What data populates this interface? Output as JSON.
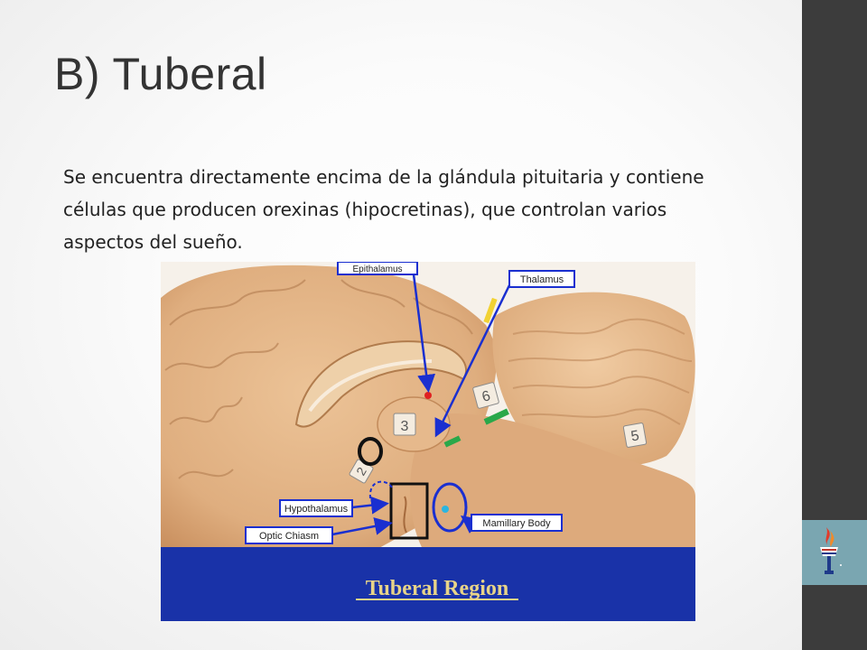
{
  "slide": {
    "title": "B) Tuberal",
    "body": "Se encuentra directamente encima de la glándula pituitaria y contiene células que producen orexinas (hipocretinas), que controlan varios aspectos del sueño."
  },
  "figure": {
    "labels": {
      "epithalamus": "Epithalamus",
      "thalamus": "Thalamus",
      "hypothalamus": "Hypothalamus",
      "optic_chiasm": "Optic Chiasm",
      "mamillary_body": "Mamillary Body"
    },
    "markers": {
      "m2": "2",
      "m3": "3",
      "m5": "5",
      "m6": "6"
    },
    "caption": "Tuberal Region"
  },
  "colors": {
    "side_band": "#3c3c3c",
    "logo_tile": "#7aa6b1",
    "caption_band": "#1932a8",
    "caption_text": "#e8d488",
    "arrow_blue": "#1a2fd0",
    "tissue": "#e2b183"
  },
  "icons": {
    "logo": "torch-icon"
  }
}
